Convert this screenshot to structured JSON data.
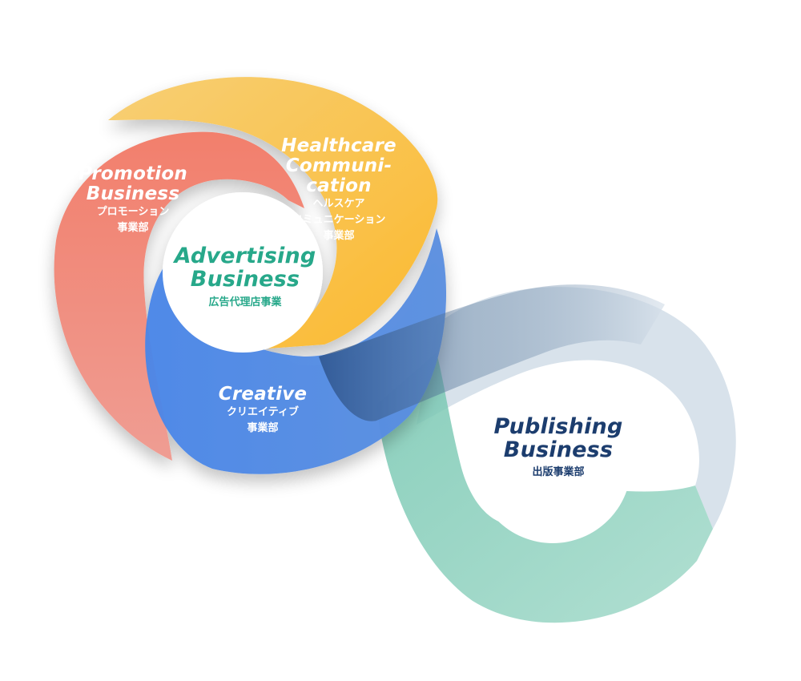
{
  "segments": {
    "promotion": {
      "title_line1": "Promotion",
      "title_line2": "Business",
      "jp_line1": "プロモーション",
      "jp_line2": "事業部",
      "color": "#f08474"
    },
    "healthcare": {
      "title_line1": "Healthcare",
      "title_line2": "Communi-",
      "title_line3": "cation",
      "jp_line1": "ヘルスケア",
      "jp_line2": "コミュニケーション",
      "jp_line3": "事業部",
      "color": "#f7bf4a"
    },
    "creative": {
      "title": "Creative",
      "jp_line1": "クリエイティブ",
      "jp_line2": "事業部",
      "color": "#4f82e0"
    },
    "advertising": {
      "title_line1": "Advertising",
      "title_line2": "Business",
      "jp": "広告代理店事業",
      "color": "#27a88a"
    },
    "publishing": {
      "title_line1": "Publishing",
      "title_line2": "Business",
      "jp": "出版事業部",
      "color": "#1c3d6e",
      "ring_light": "#d6e0ea",
      "ring_green": "#9fd8c7"
    }
  }
}
